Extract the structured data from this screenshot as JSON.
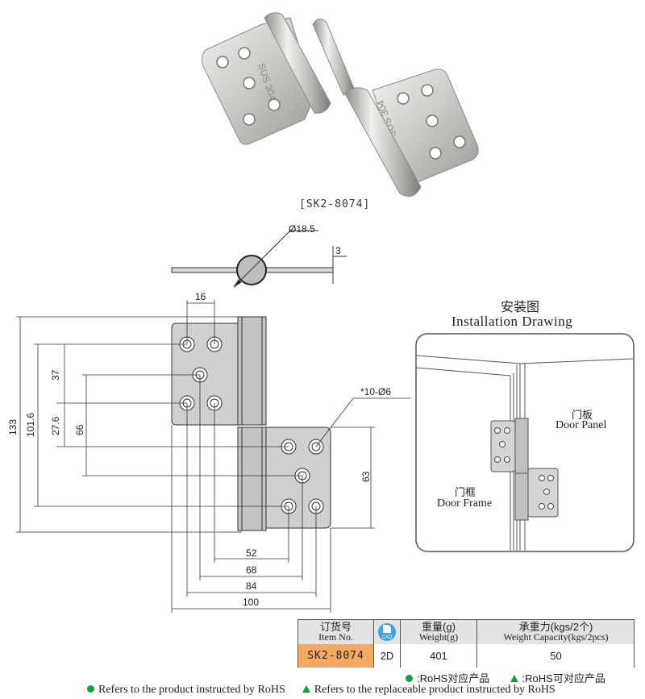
{
  "product": {
    "caption": "[SK2-8074]",
    "stamp_left": "SUS 304",
    "stamp_right": "SUS 304"
  },
  "dimensions": {
    "pin_diameter": "Ø18.5",
    "thickness": "3",
    "hole_spacing_top": "16",
    "overall_height": "133",
    "hole_span_101": "101.6",
    "hole_pitch_37": "37",
    "hole_pitch_27": "27.6",
    "hole_offset_66": "66",
    "leaf_height_63": "63",
    "hole_callout": "*10-Ø6",
    "width_52": "52",
    "width_68": "68",
    "width_84": "84",
    "width_100": "100"
  },
  "installation": {
    "title_cn": "安装图",
    "title_en": "Installation Drawing",
    "door_panel_cn": "门板",
    "door_panel_en": "Door Panel",
    "door_frame_cn": "门框",
    "door_frame_en": "Door Frame"
  },
  "table": {
    "headers": [
      {
        "cn": "订货号",
        "en": "Item No."
      },
      {
        "cn": "",
        "en": ""
      },
      {
        "cn": "重量(g)",
        "en": "Weight(g)"
      },
      {
        "cn": "承重力(kgs/2个)",
        "en": "Weight Capacity(kgs/2pcs)"
      }
    ],
    "cad_label": "CAD",
    "row": {
      "item_no": "SK2-8074",
      "cad": "2D",
      "weight": "401",
      "capacity": "50"
    }
  },
  "legend": {
    "rohs_cn": ":RoHS对应产品",
    "replaceable_cn": ":RoHS可对应产品",
    "rohs_en": "Refers to the product instructed by RoHS",
    "replaceable_en": "Refers to the replaceable product instructed by RoHS"
  },
  "colors": {
    "rohs_green": "#1b9a3e",
    "item_highlight": "#f5a862",
    "cad_blue": "#3ea0e0",
    "drawing_gray": "#c8c8c8",
    "header_gray": "#e3e3e3"
  }
}
